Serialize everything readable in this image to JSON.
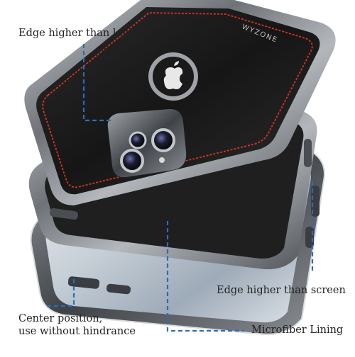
{
  "callouts": {
    "edge_lens": "Edge higher than lens",
    "edge_screen": "Edge higher than screen",
    "center_line1": "Center position,",
    "center_line2": "use without hindrance",
    "microfiber": "Microfiber Lining"
  },
  "case_branding": "WYZONE",
  "colors": {
    "leader_line": "#2a6db5",
    "stitching": "#d8321e",
    "leather": "#1c1c1c",
    "chrome_frame": "#8a8d92"
  },
  "icons": [
    "apple-logo-icon",
    "camera-lens-icon"
  ]
}
